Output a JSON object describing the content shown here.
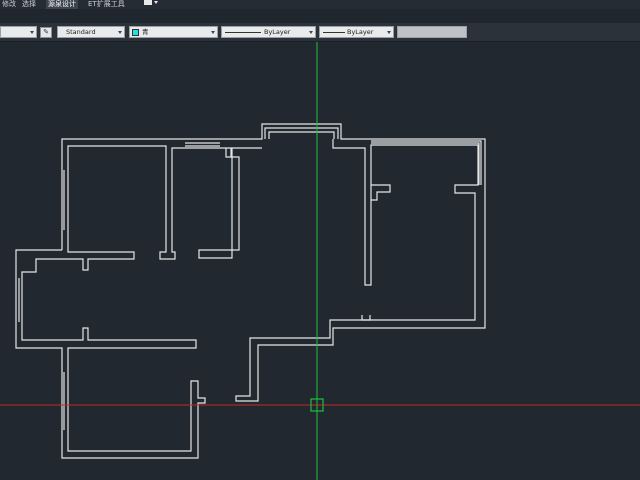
{
  "menu": {
    "items": [
      {
        "label": "修改",
        "active": false
      },
      {
        "label": "选择",
        "active": false
      },
      {
        "label": "源泉设计",
        "active": true
      },
      {
        "label": "ET扩展工具",
        "active": false
      }
    ]
  },
  "toolbar": {
    "style_value": "Standard",
    "color_value": "青",
    "color_hex": "#20e0e0",
    "linetype_value": "ByLayer",
    "lineweight_value": "ByLayer"
  },
  "canvas": {
    "background": "#212830",
    "wall_color": "#e6e6e6",
    "x_axis_color": "#c62828",
    "y_axis_color": "#1fbf3a"
  }
}
